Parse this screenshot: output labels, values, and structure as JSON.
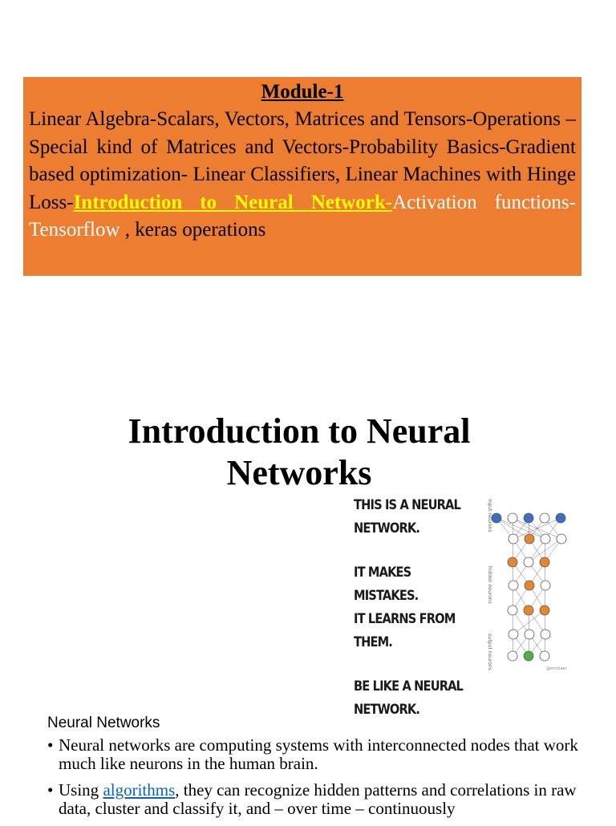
{
  "module": {
    "title": "Module-1",
    "text_1": "Linear Algebra-Scalars, Vectors, Matrices and Tensors-Operations –Special kind of Matrices and Vectors-Probability Basics-Gradient based optimization- Linear Classifiers, Linear Machines with Hinge Loss-",
    "highlight": "Introduction to Neural Network-",
    "text_2": "Activation functions-",
    "tensorflow": "Tensorflow",
    "text_3": " , keras operations"
  },
  "intro": {
    "title_line1": "Introduction to Neural",
    "title_line2": "Networks"
  },
  "meme": {
    "line1": "THIS IS A NEURAL",
    "line2": "NETWORK.",
    "line3": "IT MAKES MISTAKES.",
    "line4": "IT LEARNS FROM THEM.",
    "line5": "BE LIKE A NEURAL",
    "line6": "NETWORK.",
    "label_input": "input neurons",
    "label_hidden": "hidden neurons",
    "label_output": "output neurons",
    "credit": "@ericbaer",
    "colors": {
      "input": "#3B6FC4",
      "hidden": "#E8862E",
      "output": "#4CAF50"
    }
  },
  "section": {
    "heading": "Neural Networks",
    "bullet_symbol": "•",
    "b1": "Neural networks are computing systems with interconnected nodes that work much like neurons in the human brain.",
    "b2_pre": "Using ",
    "b2_link": "algorithms",
    "b2_post": ", they can recognize hidden patterns and correlations in raw data, cluster and classify it, and – over time – continuously"
  },
  "colors": {
    "orange_box": "#ED7D31",
    "highlight": "#FFFF00",
    "link": "#0563C1"
  }
}
